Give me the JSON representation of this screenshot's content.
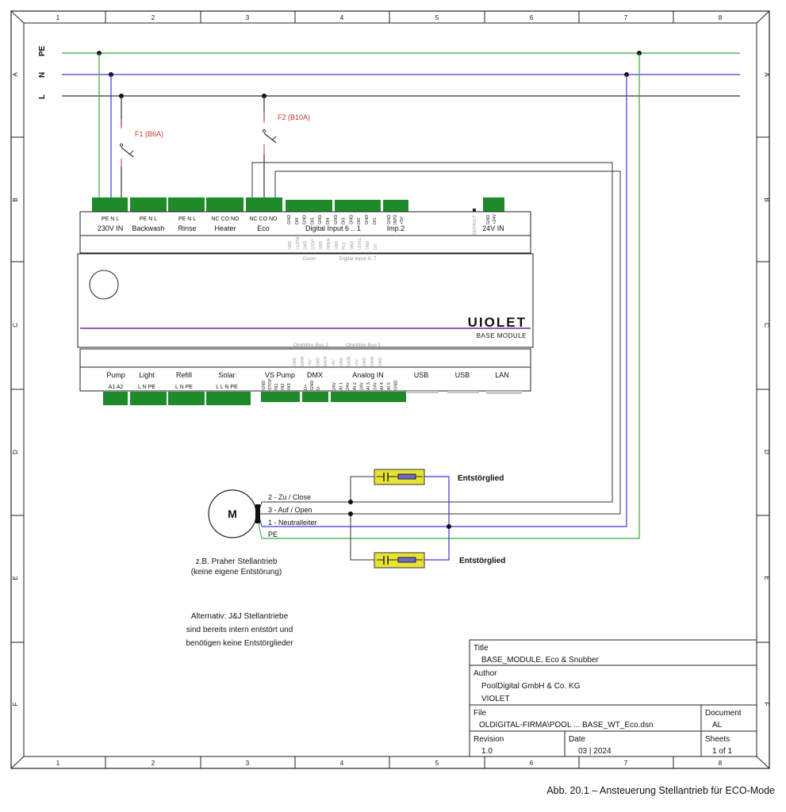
{
  "frame": {
    "columns": [
      "1",
      "2",
      "3",
      "4",
      "5",
      "6",
      "7",
      "8"
    ],
    "rows": [
      "A",
      "B",
      "C",
      "D",
      "E",
      "F"
    ]
  },
  "rails": {
    "pe": "PE",
    "n": "N",
    "l": "L"
  },
  "fuses": {
    "f1": "F1 (B6A)",
    "f2": "F2 (B10A)"
  },
  "module": {
    "logo": "UIOLET",
    "subtitle": "BASE MODULE",
    "top_terminals": [
      {
        "pins": "PE N L",
        "label": "230V IN"
      },
      {
        "pins": "PE N L",
        "label": "Backwash"
      },
      {
        "pins": "PE N L",
        "label": "Rinse"
      },
      {
        "pins": "NC CO NO",
        "label": "Heater"
      },
      {
        "pins": "NC CO NO",
        "label": "Eco"
      }
    ],
    "digital_pins": [
      "GND",
      "DI6",
      "GND",
      "DI5",
      "GND",
      "DI4",
      "GND",
      "DI3",
      "GND",
      "DI2",
      "GND",
      "DI1"
    ],
    "digital_label": "Digital Input 6 .. 1",
    "imp_pins": [
      "GND",
      "INP2",
      "+5V"
    ],
    "imp_label": "Imp.2",
    "default_label": "DEFAULT",
    "dc_pins": [
      "GND",
      "+24V"
    ],
    "dc_label": "24V IN",
    "inner_pins": [
      "GND",
      "CLOSE",
      "GND",
      "STOP",
      "GND",
      "OPEN",
      "GND",
      "PV3",
      "GND",
      "LEVEL",
      "GND",
      "DI7"
    ],
    "cover_label": "Cover",
    "digital_inner_label": "Digital Input 9..7",
    "onewire1": "OneWire Bus 2",
    "onewire2": "OneWire Bus 1",
    "onewire_pins": [
      "GND",
      "DATA",
      "+5V",
      "GND",
      "DATA",
      "+5V",
      "GND",
      "DATA",
      "+5V",
      "GND",
      "DATA",
      "GND"
    ],
    "bottom_labels": [
      "Pump",
      "Light",
      "Refill",
      "Solar",
      "VS Pump",
      "DMX",
      "Analog IN",
      "USB",
      "USB",
      "LAN"
    ],
    "bottom_pins": [
      "A1 A2",
      "L N PE",
      "L N PE",
      "L L N PE"
    ],
    "vs_pins": [
      "GND",
      "STOP",
      "IN1",
      "IN2",
      "IN3"
    ],
    "dmx_pins": [
      "D+",
      "GND",
      "D-"
    ],
    "analog_pins": [
      "24V",
      "AI 1",
      "24V",
      "AI 2",
      "24V",
      "AI 3",
      "24V",
      "AI 4",
      "AI 5",
      "GND"
    ]
  },
  "motor": {
    "symbol": "M",
    "wires": [
      "2 - Zu / Close",
      "3 - Auf / Open",
      "1 - Neutralleiter",
      "PE"
    ],
    "note1": "z.B. Praher Stellantrieb",
    "note2": "(keine eigene Entstörung)"
  },
  "snubber": {
    "label1": "Entstörglied",
    "label2": "Entstörglied"
  },
  "alt_note": [
    "Alternativ: J&J Stellantriebe",
    "sind bereits intern entstört und",
    "benötigen keine Entstörglieder"
  ],
  "title_block": {
    "title_head": "Title",
    "title": "BASE_MODULE, Eco & Snubber",
    "author_head": "Author",
    "author1": "PoolDigital GmbH & Co. KG",
    "author2": "VIOLET",
    "file_head": "File",
    "file": "OLDIGITAL-FIRMA\\POOL ... BASE_WT_Eco.dsn",
    "document_head": "Document",
    "document": "AL",
    "revision_head": "Revision",
    "revision": "1.0",
    "date_head": "Date",
    "date": "03 | 2024",
    "sheets_head": "Sheets",
    "sheets": "1 of 1"
  },
  "caption": "Abb.  20.1 – Ansteuerung Stellantrieb für ECO-Mode",
  "colors": {
    "pe": "#3fa63f",
    "n": "#3a3ad6",
    "l": "#333333",
    "terminal": "#1f8a2a",
    "snubber": "#e8e235",
    "purple": "#6a2a9a",
    "fuse": "#c0392b"
  }
}
